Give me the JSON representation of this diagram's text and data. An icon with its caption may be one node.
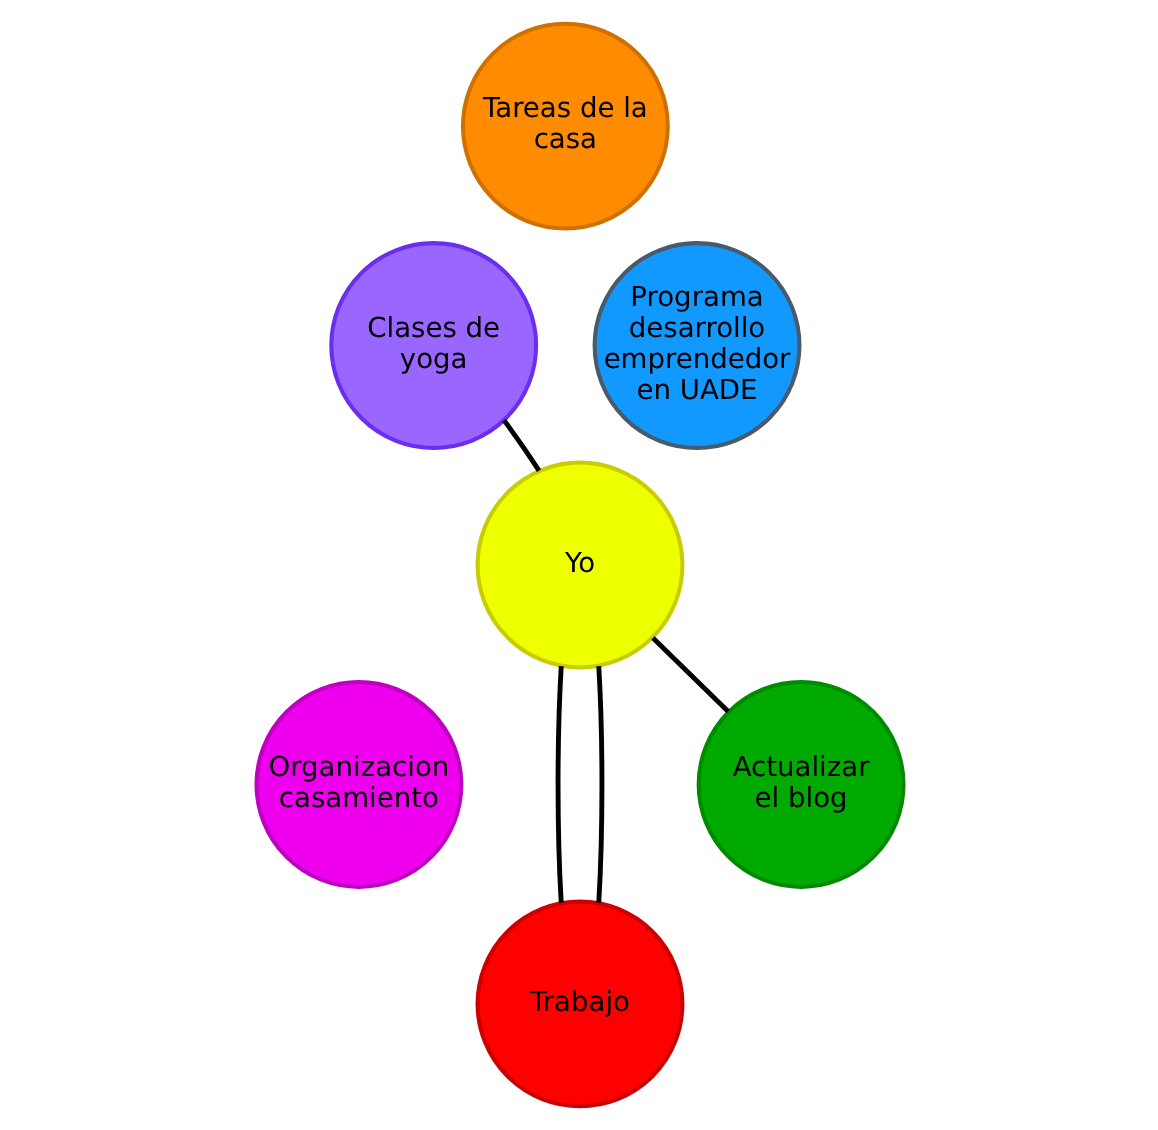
{
  "diagram": {
    "nodes": [
      {
        "text": [
          "Tareas de la casa"
        ]
      },
      {
        "text": [
          "Clases de yoga"
        ]
      },
      {
        "text": [
          "Programa desarrollo emprendedor en UADE"
        ]
      },
      {
        "text": [
          "Yo"
        ]
      },
      {
        "text": [
          "Organizacion casamiento"
        ]
      },
      {
        "text": [
          "Actualizar el blog"
        ]
      },
      {
        "text": [
          "Trabajo"
        ]
      }
    ],
    "edges": [
      {
        "from": 3,
        "to": 1,
        "arrow": "none"
      },
      {
        "from": 3,
        "to": 5,
        "arrow": "none"
      },
      {
        "from": 3,
        "to": 6,
        "arrow": "none"
      },
      {
        "from": 3,
        "to": 6,
        "arrow": "none"
      }
    ]
  }
}
